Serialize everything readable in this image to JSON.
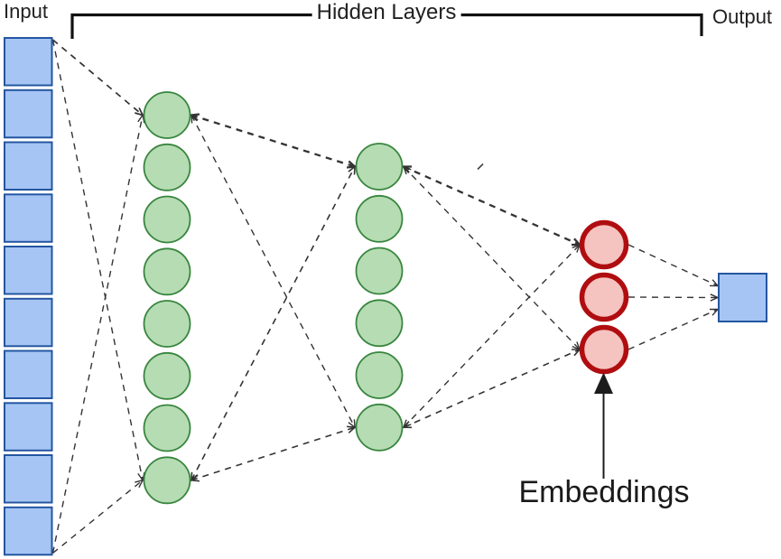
{
  "diagram": {
    "title": "Neural network with embedding layer",
    "labels": {
      "input": "Input",
      "hidden_layers": "Hidden Layers",
      "output": "Output",
      "embeddings_annotation": "Embeddings"
    },
    "colors": {
      "input_fill": "#a6c5f5",
      "input_stroke": "#2456a0",
      "hidden_fill": "#b6dcb4",
      "hidden_stroke": "#38863e",
      "embedding_fill": "#f5c3c0",
      "embedding_stroke": "#b00d10",
      "output_fill": "#a6c5f5",
      "output_stroke": "#2456a0",
      "connector": "#333333",
      "bracket": "#111111",
      "annotation_arrow": "#1c1c1c"
    },
    "network": {
      "layers": [
        {
          "id": "input",
          "role": "input layer",
          "shape": "square",
          "count": 10
        },
        {
          "id": "hidden1",
          "role": "hidden layer 1",
          "shape": "circle",
          "count": 8
        },
        {
          "id": "hidden2",
          "role": "hidden layer 2",
          "shape": "circle",
          "count": 6
        },
        {
          "id": "embedding",
          "role": "embedding layer",
          "shape": "circle",
          "count": 3
        },
        {
          "id": "output",
          "role": "output layer",
          "shape": "square",
          "count": 1
        }
      ],
      "connections": [
        {
          "from": "input.0",
          "to": "hidden1.0",
          "arrows": "end",
          "w": 1.7
        },
        {
          "from": "input.0",
          "to": "hidden1.7",
          "arrows": "end",
          "w": 1.4
        },
        {
          "from": "input.9",
          "to": "hidden1.0",
          "arrows": "end",
          "w": 1.4
        },
        {
          "from": "input.9",
          "to": "hidden1.7",
          "arrows": "end",
          "w": 1.4
        },
        {
          "from": "hidden1.0",
          "to": "hidden2.0",
          "arrows": "both",
          "w": 2.3
        },
        {
          "from": "hidden1.0",
          "to": "hidden2.5",
          "arrows": "both",
          "w": 1.4
        },
        {
          "from": "hidden1.7",
          "to": "hidden2.0",
          "arrows": "both",
          "w": 1.6
        },
        {
          "from": "hidden1.7",
          "to": "hidden2.5",
          "arrows": "both",
          "w": 1.6
        },
        {
          "from": "hidden2.0",
          "to": "embedding.0",
          "arrows": "both",
          "w": 2.3
        },
        {
          "from": "hidden2.0",
          "to": "embedding.2",
          "arrows": "both",
          "w": 1.4
        },
        {
          "from": "hidden2.5",
          "to": "embedding.0",
          "arrows": "both",
          "w": 1.4
        },
        {
          "from": "hidden2.5",
          "to": "embedding.2",
          "arrows": "both",
          "w": 1.6
        },
        {
          "from": "embedding.0",
          "to": "output.0",
          "arrows": "end",
          "w": 1.4
        },
        {
          "from": "embedding.1",
          "to": "output.0",
          "arrows": "end",
          "w": 1.4
        },
        {
          "from": "embedding.2",
          "to": "output.0",
          "arrows": "end",
          "w": 1.4
        }
      ]
    }
  }
}
